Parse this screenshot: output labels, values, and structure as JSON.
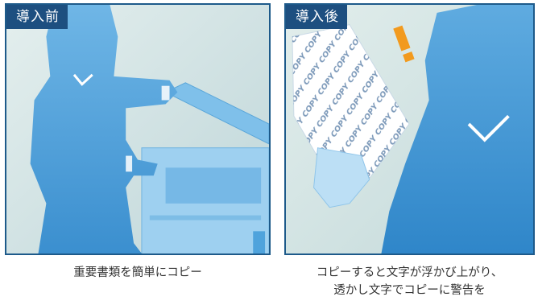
{
  "panels": {
    "before": {
      "tag": "導入前",
      "caption": "重要書類を簡単にコピー"
    },
    "after": {
      "tag": "導入後",
      "caption_line1": "コピーすると文字が浮かび上がり、",
      "caption_line2": "透かし文字でコピーに警告を",
      "watermark_word": "COPY"
    }
  },
  "colors": {
    "tag_bg": "#1d4f80",
    "frame": "#1d5a8a",
    "figure": "#4fa3dc",
    "background": "#d9e7e6",
    "warning": "#f29a1e"
  }
}
